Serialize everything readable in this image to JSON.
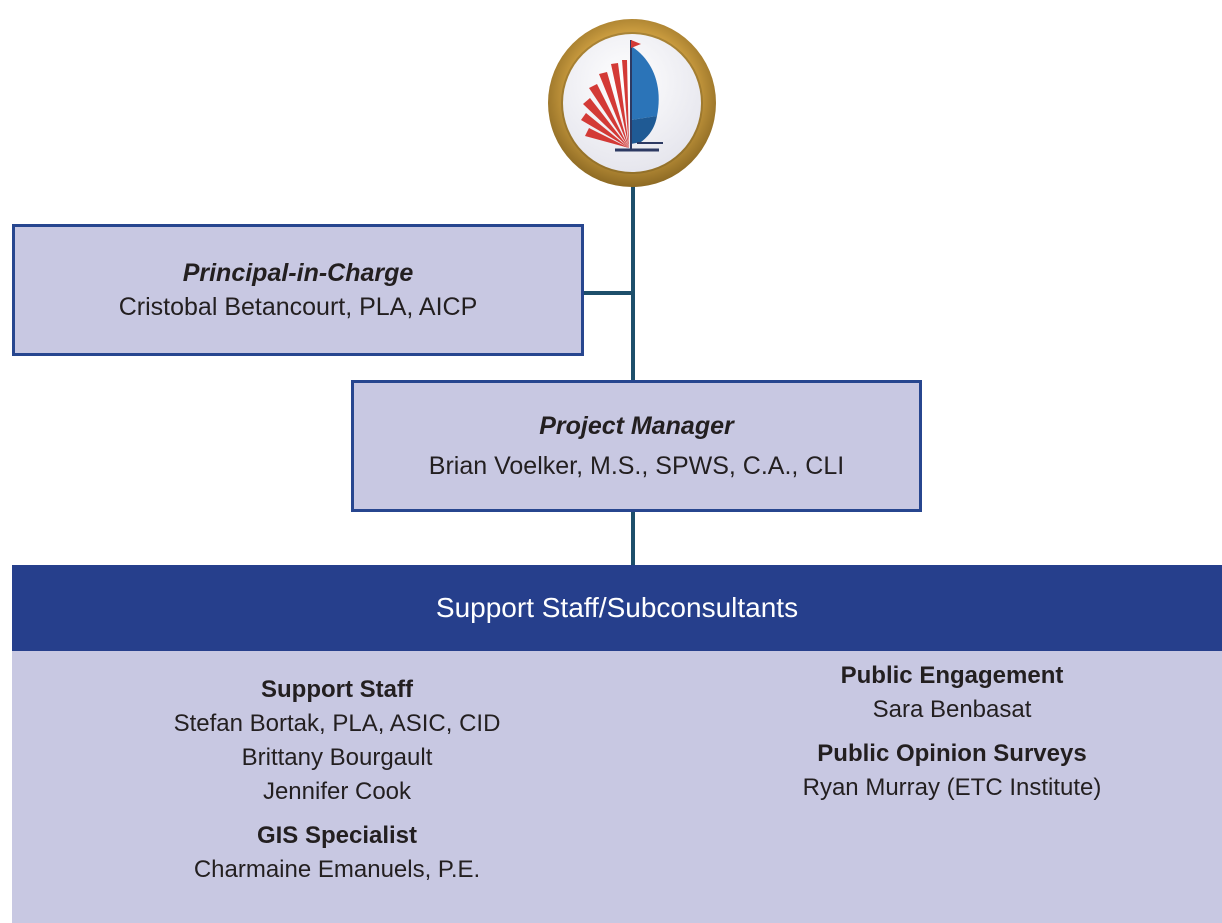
{
  "logo": {
    "icon": "city-seal-sailboat-icon",
    "colors": {
      "ring": "#c8a24a",
      "red": "#d33a36",
      "blue": "#2b74b8"
    }
  },
  "principal": {
    "role": "Principal-in-Charge",
    "name": "Cristobal Betancourt, PLA, AICP"
  },
  "manager": {
    "role": "Project Manager",
    "name": "Brian Voelker, M.S., SPWS, C.A., CLI"
  },
  "staff": {
    "header": "Support Staff/Subconsultants",
    "support": {
      "title": "Support Staff",
      "members": [
        "Stefan Bortak, PLA, ASIC, CID",
        "Brittany Bourgault",
        "Jennifer Cook"
      ]
    },
    "gis": {
      "title": "GIS Specialist",
      "members": [
        "Charmaine Emanuels, P.E."
      ]
    },
    "engagement": {
      "title": "Public Engagement",
      "members": [
        "Sara Benbasat"
      ]
    },
    "surveys": {
      "title": "Public Opinion Surveys",
      "members": [
        "Ryan Murray (ETC Institute)"
      ]
    }
  },
  "colors": {
    "box_fill": "#c8c8e2",
    "box_border": "#27468f",
    "header_fill": "#263f8c",
    "connector": "#1d4f6b"
  }
}
